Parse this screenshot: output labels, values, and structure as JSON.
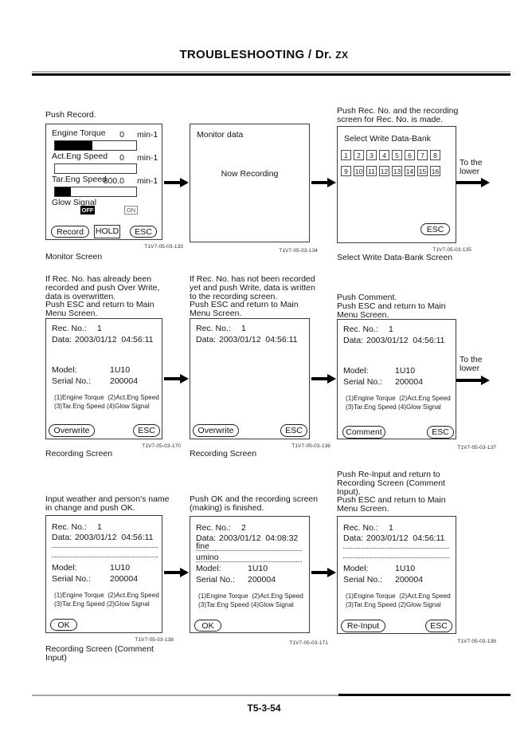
{
  "header": {
    "title_main": "TROUBLESHOOTING / Dr.",
    "title_suffix": "ZX"
  },
  "footer": {
    "page_number": "T5-3-54"
  },
  "row1": {
    "monitor": {
      "caption": "Push Record.",
      "gauges": [
        {
          "label": "Engine Torque",
          "value": "0",
          "unit": "min-1",
          "fill_pct": 46
        },
        {
          "label": "Act.Eng Speed",
          "value": "0",
          "unit": "min-1",
          "fill_pct": 0
        },
        {
          "label": "Tar.Eng Speed",
          "value": "800.0",
          "unit": "min-1",
          "fill_pct": 20
        }
      ],
      "glow_label": "Glow Signal",
      "glow_off": "OFF",
      "glow_on": "ON",
      "record_button": "Record",
      "hold_button": "HOLD",
      "esc_button": "ESC",
      "code": "T1V7-05-03-133",
      "screen_label": "Monitor Screen"
    },
    "monitor_data": {
      "title": "Monitor data",
      "status": "Now Recording",
      "code": "T1V7-05-03-134"
    },
    "data_bank": {
      "caption": "Push Rec. No. and the recording\nscreen for Rec. No. is made.",
      "title": "Select Write Data-Bank",
      "banks": [
        "1",
        "2",
        "3",
        "4",
        "5",
        "6",
        "7",
        "8",
        "9",
        "10",
        "11",
        "12",
        "13",
        "14",
        "15",
        "16"
      ],
      "esc_button": "ESC",
      "code": "T1V7-05-03-135",
      "screen_label": "Select Write Data-Bank Screen",
      "side_note": "To the\nlower"
    }
  },
  "row2": {
    "overwrite_screen": {
      "caption": "If Rec. No. has already been\nrecorded and push Over Write,\ndata is overwritten.\nPush ESC and return to Main\nMenu Screen.",
      "rec_label": "Rec. No.:",
      "rec_value": "1",
      "data_label": "Data:",
      "data_value": "2003/01/12  04:56:11",
      "model_label": "Model:",
      "model_value": "1U10",
      "serial_label": "Serial No.:",
      "serial_value": "200004",
      "ch_line1": "(1)Engine Torque  (2)Act.Eng Speed",
      "ch_line2": "(3)Tar.Eng Speed (4)Glow Signal",
      "overwrite_button": "Overwrite",
      "esc_button": "ESC",
      "code": "T1V7-05-03-170",
      "screen_label": "Recording Screen"
    },
    "write_screen": {
      "caption": "If Rec. No. has not been recorded\nyet and push Write, data is written\nto the recording screen.\nPush ESC and return to Main\nMenu Screen.",
      "rec_label": "Rec. No.:",
      "rec_value": "1",
      "data_label": "Data:",
      "data_value": "2003/01/12  04:56:11",
      "overwrite_button": "Overwrite",
      "esc_button": "ESC",
      "code": "T1V7-05-03-136",
      "screen_label": "Recording Screen"
    },
    "comment_screen": {
      "caption": "Push Comment.\nPush ESC and return to Main\nMenu Screen.",
      "rec_label": "Rec. No.:",
      "rec_value": "1",
      "data_label": "Data:",
      "data_value": "2003/01/12  04:56:11",
      "model_label": "Model:",
      "model_value": "1U10",
      "serial_label": "Serial No.:",
      "serial_value": "200004",
      "ch_line1": "(1)Engine Torque  (2)Act.Eng Speed",
      "ch_line2": "(3)Tar.Eng Speed (4)Glow Signal",
      "comment_button": "Comment",
      "esc_button": "ESC",
      "code": "T1V7-05-03-137",
      "side_note": "To the\nlower"
    }
  },
  "row3": {
    "comment_input_screen": {
      "caption": "Input weather and person's name\nin change and push OK.",
      "rec_label": "Rec. No.:",
      "rec_value": "1",
      "data_label": "Data:",
      "data_value": "2003/01/12  04:56:11",
      "model_label": "Model:",
      "model_value": "1U10",
      "serial_label": "Serial No.:",
      "serial_value": "200004",
      "ch_line1": "(1)Engine Torque  (2)Act.Eng Speed",
      "ch_line2": "(3)Tar.Eng Speed (2)Glow Signal",
      "ok_button": "OK",
      "code": "T1V7-05-03-138",
      "screen_label": "Recording Screen (Comment\nInput)"
    },
    "finished_screen": {
      "caption": "Push OK and the recording screen\n(making) is finished.",
      "rec_label": "Rec. No.:",
      "rec_value": "2",
      "data_label": "Data:",
      "data_value": "2003/01/12  04:08:32",
      "comment1": "fine",
      "comment2": "umino",
      "model_label": "Model:",
      "model_value": "1U10",
      "serial_label": "Serial No.:",
      "serial_value": "200004",
      "ch_line1": "(1)Engine Torque  (2)Act.Eng Speed",
      "ch_line2": "(3)Tar.Eng Speed (4)Glow Signal",
      "ok_button": "OK",
      "code": "T1V7-05-03-171"
    },
    "reinput_screen": {
      "caption": "Push Re-Input and return to\nRecording Screen (Comment\nInput).\nPush ESC and return to Main\nMenu Screen.",
      "rec_label": "Rec. No.:",
      "rec_value": "1",
      "data_label": "Data:",
      "data_value": "2003/01/12  04:56:11",
      "model_label": "Model:",
      "model_value": "1U10",
      "serial_label": "Serial No.:",
      "serial_value": "200004",
      "ch_line1": "(1)Engine Torque  (2)Act.Eng Speed",
      "ch_line2": "(3)Tar.Eng Speed (2)Glow Signal",
      "reinput_button": "Re-Input",
      "esc_button": "ESC",
      "code": "T1V7-05-03-139"
    }
  }
}
